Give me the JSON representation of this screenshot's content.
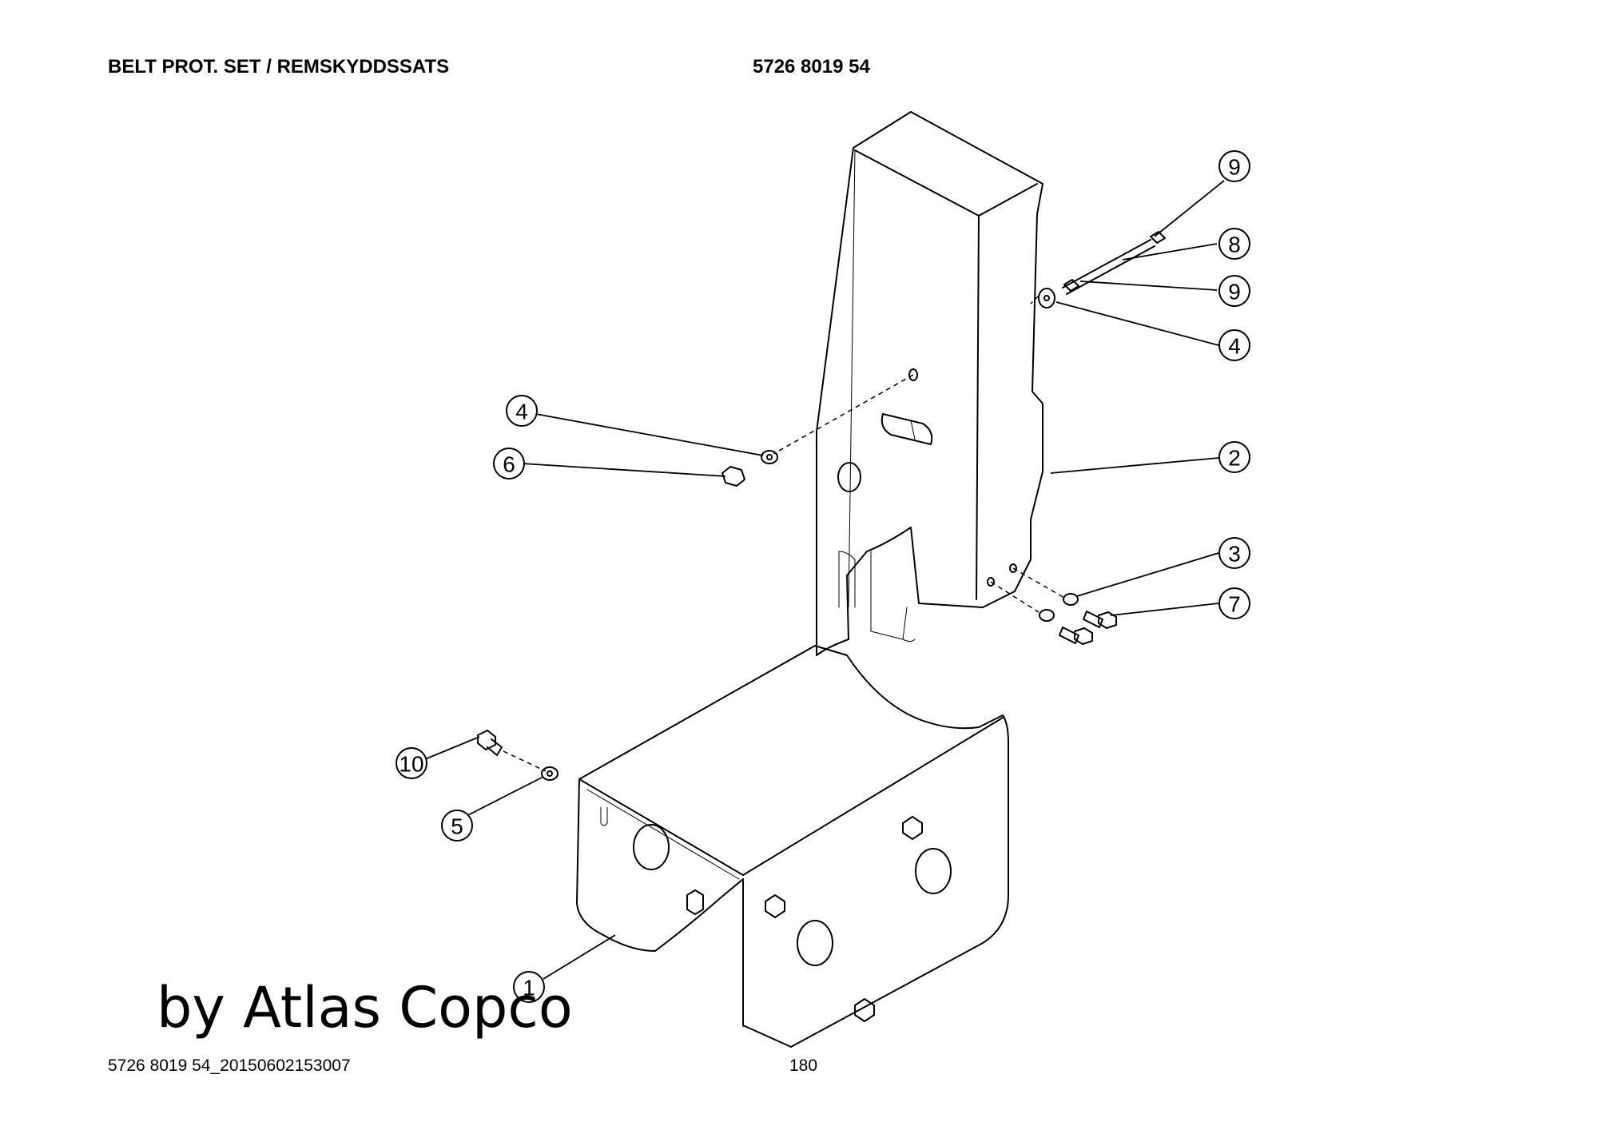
{
  "header": {
    "title": "BELT PROT. SET / REMSKYDDSSATS",
    "part_number": "5726 8019 54"
  },
  "footer": {
    "doc_id": "5726 8019 54_20150602153007",
    "page_number": "180"
  },
  "watermark": "by Atlas Copco",
  "callouts": [
    "1",
    "2",
    "3",
    "4",
    "4",
    "5",
    "6",
    "7",
    "8",
    "9",
    "9",
    "10"
  ]
}
